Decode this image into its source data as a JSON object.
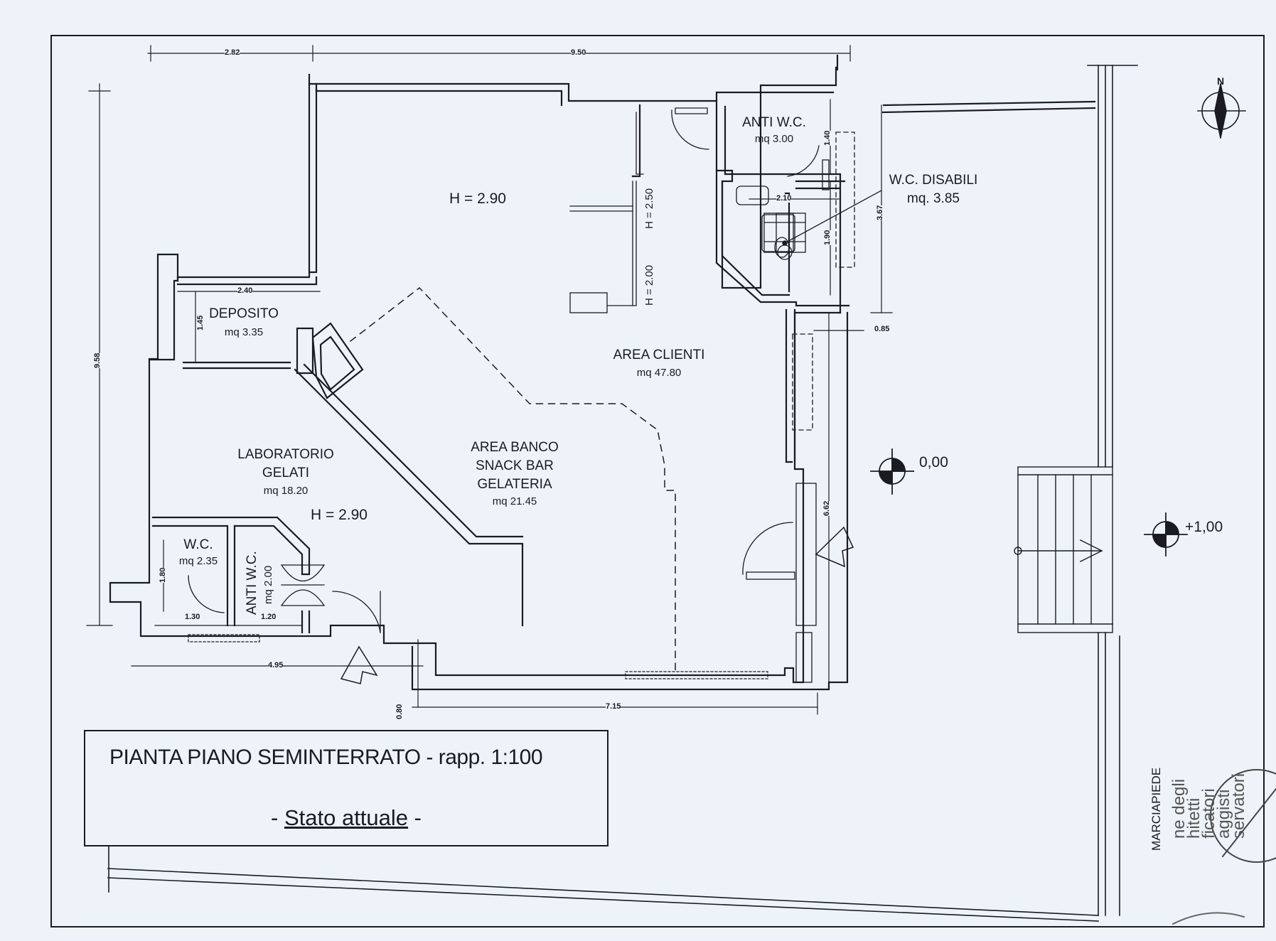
{
  "title": {
    "main": "PIANTA PIANO SEMINTERRATO - rapp. 1:100",
    "sub_prefix": "- ",
    "sub": "Stato attuale",
    "sub_suffix": " -"
  },
  "rooms": {
    "anti_wc_top": {
      "name": "ANTI W.C.",
      "area": "mq 3.00"
    },
    "wc_disabili": {
      "name": "W.C. DISABILI",
      "area": "mq. 3.85"
    },
    "deposito": {
      "name": "DEPOSITO",
      "area": "mq 3.35"
    },
    "area_clienti": {
      "name": "AREA CLIENTI",
      "area": "mq 47.80"
    },
    "area_banco": {
      "line1": "AREA BANCO",
      "line2": "SNACK BAR",
      "line3": "GELATERIA",
      "area": "mq 21.45"
    },
    "laboratorio": {
      "line1": "LABORATORIO",
      "line2": "GELATI",
      "area": "mq 18.20"
    },
    "wc": {
      "name": "W.C.",
      "area": "mq 2.35"
    },
    "anti_wc_bottom": {
      "name": "ANTI W.C.",
      "area": "mq 2.00"
    }
  },
  "heights": {
    "upper": "H = 2.90",
    "lower": "H = 2.90",
    "h250": "H = 2.50",
    "h200": "H = 2.00"
  },
  "levels": {
    "ground": "0,00",
    "street": "+1,00"
  },
  "street_label": "MARCIAPIEDE",
  "north": "N",
  "dimensions": {
    "d282": "2.82",
    "d950": "9.50",
    "d958": "9.58",
    "d240": "2.40",
    "d145": "1.45",
    "d210": "2.10",
    "d140": "1.40",
    "d190": "1.90",
    "d367": "3.67",
    "d085": "0.85",
    "d662": "6.62",
    "d180": "1.80",
    "d130": "1.30",
    "d120": "1.20",
    "d495": "4.95",
    "d080": "0.80",
    "d715": "7.15"
  },
  "stamp": {
    "line1": "ne degli",
    "line2": "hitetti",
    "line3": "ficatori",
    "line4": "aggisti",
    "line5": "servatori"
  }
}
